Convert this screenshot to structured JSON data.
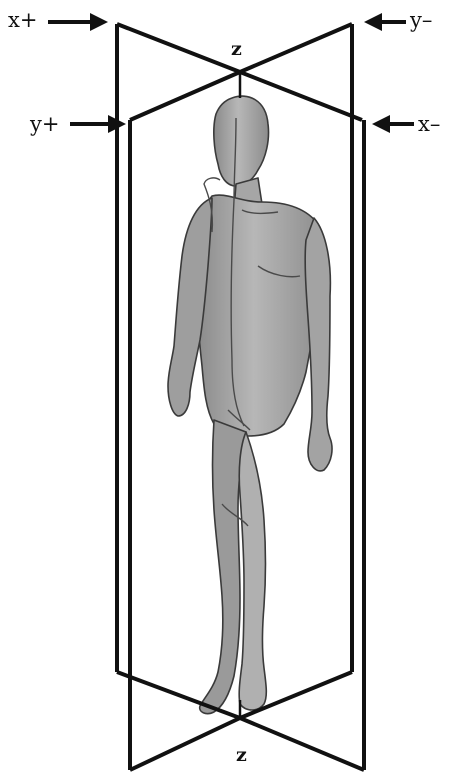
{
  "labels": {
    "x_plus": "x+",
    "y_minus": "y–",
    "y_plus": "y+",
    "x_minus": "x–",
    "z_top": "z",
    "z_bottom": "z"
  },
  "colors": {
    "plane_lines": "#111111",
    "body_fill": "#a9a9a9",
    "body_shadow": "#7a7a7a",
    "body_highlight": "#cdcdcd"
  }
}
